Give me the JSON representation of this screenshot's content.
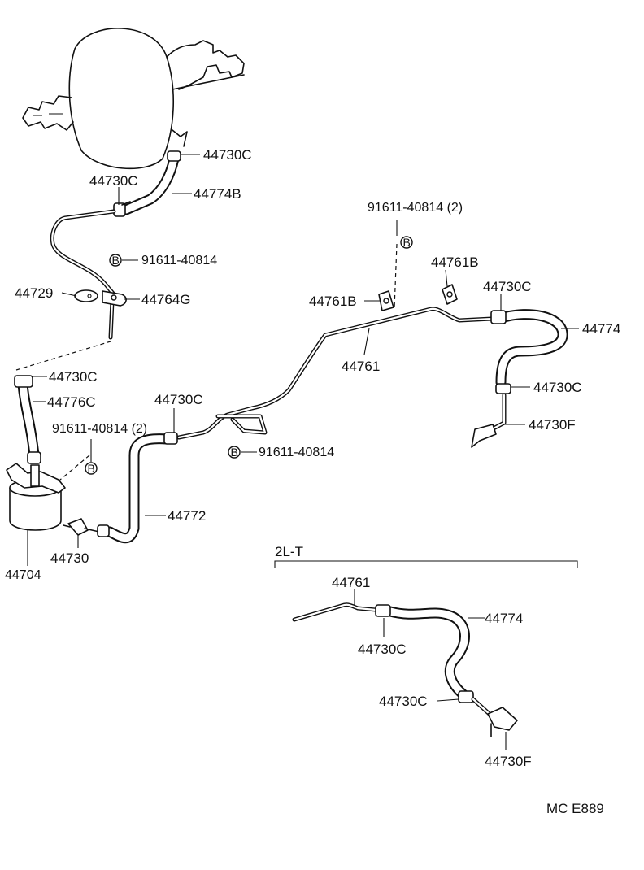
{
  "labels": {
    "p44730C_top": "44730C",
    "p44730C_left": "44730C",
    "p44774B": "44774B",
    "bolt_left": "91611-40814",
    "p44729": "44729",
    "p44764G": "44764G",
    "bolt_right_top": "91611-40814  (2)",
    "p44761B_a": "44761B",
    "p44761B_b": "44761B",
    "p44730C_right": "44730C",
    "p44774": "44774",
    "p44761": "44761",
    "p44730C_right2": "44730C",
    "p44730F": "44730F",
    "p44730C_tank": "44730C",
    "p44776C": "44776C",
    "bolt_tank": "91611-40814  (2)",
    "p44730C_mid": "44730C",
    "bolt_mid": "91611-40814",
    "p44772": "44772",
    "p44730": "44730",
    "p44704": "44704",
    "b_symbol": "B"
  },
  "variant": {
    "title": "2L-T",
    "p44761": "44761",
    "p44774": "44774",
    "p44730C_a": "44730C",
    "p44730C_b": "44730C",
    "p44730F": "44730F"
  },
  "footer": {
    "code": "MC  E889"
  }
}
